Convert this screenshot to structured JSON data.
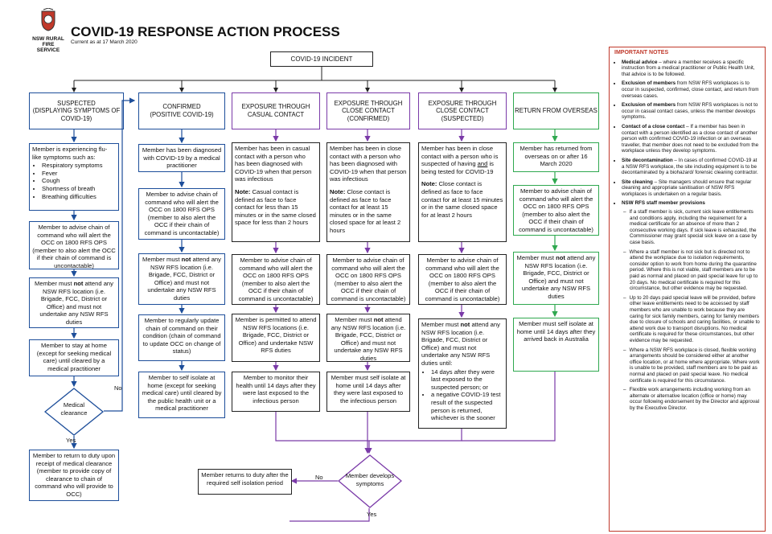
{
  "logo": {
    "line1": "NSW RURAL",
    "line2": "FIRE SERVICE"
  },
  "title": "COVID-19 RESPONSE ACTION PROCESS",
  "subtitle": "Current as at 17 March 2020",
  "incident": "COVID-19 INCIDENT",
  "col1": {
    "header": "SUSPECTED\n(DISPLAYING SYMPTOMS OF\nCOVID-19)",
    "b1_intro": "Member is experiencing flu-like symptoms such as:",
    "b1_items": [
      "Respiratory symptoms",
      "Fever",
      "Cough",
      "Shortness of breath",
      "Breathing difficulties"
    ],
    "b2": "Member to advise chain of command who will alert the OCC on 1800 RFS OPS (member to also alert the OCC if their chain of command is uncontactable)",
    "b3_pre": "Member must ",
    "b3_bold": "not",
    "b3_post": " attend any NSW RFS location (i.e. Brigade, FCC, District or Office) and must not undertake any NSW RFS duties",
    "b4": "Member to stay at home (except for seeking medical care) until cleared by a medical practitioner",
    "diamond": "Medical\nclearance",
    "yes": "Yes",
    "no": "No",
    "b5": "Member to return to duty upon receipt of medical clearance (member to provide copy of clearance to chain of command who will provide to OCC)"
  },
  "col2": {
    "header": "CONFIRMED\n(POSITIVE COVID-19)",
    "b1": "Member has been diagnosed with COVID-19 by a medical practitioner",
    "b2": "Member to advise chain of command who will alert the OCC on 1800 RFS OPS (member to also alert the OCC if their chain of command is uncontactable)",
    "b3_pre": "Member must ",
    "b3_bold": "not",
    "b3_post": " attend any NSW RFS location (i.e. Brigade, FCC, District or Office) and must not undertake any NSW RFS duties",
    "b4": "Member to regularly update chain of command on their condition (chain of command to update OCC on change of status)",
    "b5": "Member to self isolate at home (except for seeking medical care) until cleared by the public health unit or a medical practitioner"
  },
  "col3": {
    "header": "EXPOSURE THROUGH\nCASUAL CONTACT",
    "b1": "Member has been in casual contact with a person who has been diagnosed with COVID-19 when that person was infectious",
    "note_label": "Note:",
    "note": " Casual contact is defined as face to face contact for less than 15 minutes or in the same closed space for less than 2 hours",
    "b2": "Member to advise chain of command who will alert the OCC on 1800 RFS OPS (member to also alert the OCC if their chain of command is uncontactable)",
    "b3": "Member is permitted to attend NSW RFS locations (i.e. Brigade, FCC, District or Office) and undertake NSW RFS duties",
    "b4": "Member to monitor their health until 14 days after they were last exposed to the infectious person"
  },
  "col4": {
    "header": "EXPOSURE THROUGH\nCLOSE CONTACT\n(CONFIRMED)",
    "b1": "Member has been in close contact with a person who has been diagnosed with COVID-19 when that person was infectious",
    "note_label": "Note:",
    "note": " Close contact is defined as face to face contact for at least 15 minutes or in the same closed space for at least 2 hours",
    "b2": "Member to advise chain of command who will alert the OCC on 1800 RFS OPS (member to also alert the OCC if their chain of command is uncontactable)",
    "b3_pre": "Member must ",
    "b3_bold": "not",
    "b3_post": " attend any NSW RFS location (i.e. Brigade, FCC, District or Office) and must not undertake any NSW RFS duties",
    "b4": "Member must self isolate at home until 14 days after they were last exposed to the infectious person"
  },
  "col5": {
    "header": "EXPOSURE THROUGH\nCLOSE CONTACT\n(SUSPECTED)",
    "b1_pre": "Member has been in close contact with a person who is suspected of having ",
    "b1_u": "and",
    "b1_post": " is being tested for COVID-19",
    "note_label": "Note:",
    "note": " Close contact is defined as face to face contact for at least 15 minutes or in the same closed space for at least 2 hours",
    "b2": "Member to advise chain of command who will alert the OCC on 1800 RFS OPS (member to also alert the OCC if their chain of command is uncontactable)",
    "b3_pre": "Member must ",
    "b3_bold": "not",
    "b3_post": " attend any NSW RFS location (i.e. Brigade, FCC, District or Office) and must not undertake any NSW RFS duties until:",
    "b3_items": [
      "14 days after they were last exposed to the suspected person; or",
      "a negative COVID-19 test result of the suspected person is returned, whichever is the sooner"
    ]
  },
  "col6": {
    "header": "RETURN FROM OVERSEAS",
    "b1": "Member has returned from overseas on or after 16 March 2020",
    "b2": "Member to advise chain of command who will alert the OCC on 1800 RFS OPS (member to also alert the OCC if their chain of command is uncontactable)",
    "b3_pre": "Member must ",
    "b3_bold": "not",
    "b3_post": " attend any NSW RFS location (i.e. Brigade, FCC, District or Office) and must not undertake any NSW RFS duties",
    "b4": "Member must self isolate at home until 14 days after they arrived back in Australia"
  },
  "bottom": {
    "diamond": "Member develops\nsymptoms",
    "no": "No",
    "yes": "Yes",
    "return": "Member returns to duty after the required self isolation period"
  },
  "notes": {
    "title": "IMPORTANT NOTES",
    "items": [
      {
        "bold": "Medical advice",
        "text": " – where a member receives a specific instruction from a medical practitioner or Public Health Unit, that advice is to be followed."
      },
      {
        "bold": "Exclusion of members",
        "text": " from NSW RFS workplaces is to occur in suspected, confirmed, close contact, and return from overseas cases."
      },
      {
        "bold": "Exclusion of members",
        "text": " from NSW RFS workplaces is not to occur in casual contact cases, unless the member develops symptoms."
      },
      {
        "bold": "Contact of a close contact",
        "text": " – If a member has been in contact with a person identified as a close contact of another person with confirmed COVID-19 infection or an overseas traveller, that member does not need to be excluded from the workplace unless they develop symptoms."
      },
      {
        "bold": "Site decontamination",
        "text": " – In cases of confirmed COVID-19 at a NSW RFS workplace, the site including equipment is to be decontaminated by a biohazard/ forensic cleaning contractor."
      },
      {
        "bold": "Site cleaning",
        "text": " – Site managers should ensure that regular cleaning and appropriate sanitisation of NSW RFS workplaces is undertaken on a regular basis."
      },
      {
        "bold": "NSW RFS staff member provisions",
        "text": ""
      }
    ],
    "provisions": [
      "If a staff member is sick, current sick leave entitlements and conditions apply, including the requirement for a medical certificate for an absence of more than 2 consecutive working days. If sick leave is exhausted, the Commissioner may grant special sick leave on a case by case basis.",
      "Where a staff member is not sick but is directed not to attend the workplace due to isolation requirements, consider option to work from home during the quarantine period. Where this is not viable, staff members are to be paid as normal and placed on paid special leave for up to 20 days. No medical certificate is required for this circumstance, but other evidence may be requested.",
      "Up to 20 days paid special leave will be provided, before other leave entitlements need to be accessed by staff members who are unable to work because they are caring for sick family members, caring for family members due to closure of schools and caring facilities, or unable to attend work due to transport disruptions. No medical certificate is required for these circumstances, but other evidence may be requested.",
      "Where a NSW RFS workplace is closed, flexible working arrangements should be considered either at another office location, or at home where appropriate. Where work is unable to be provided, staff members are to be paid as normal and placed on paid special leave. No medical certificate is required for this circumstance.",
      "Flexible work arrangements including working from an alternate or alternative location (office or home) may occur following endorsement by the Director and approval by the Executive Director."
    ]
  },
  "colors": {
    "blue": "#1d4e9a",
    "purple": "#7a3aa8",
    "green": "#2fa84f",
    "red": "#c0392b"
  }
}
